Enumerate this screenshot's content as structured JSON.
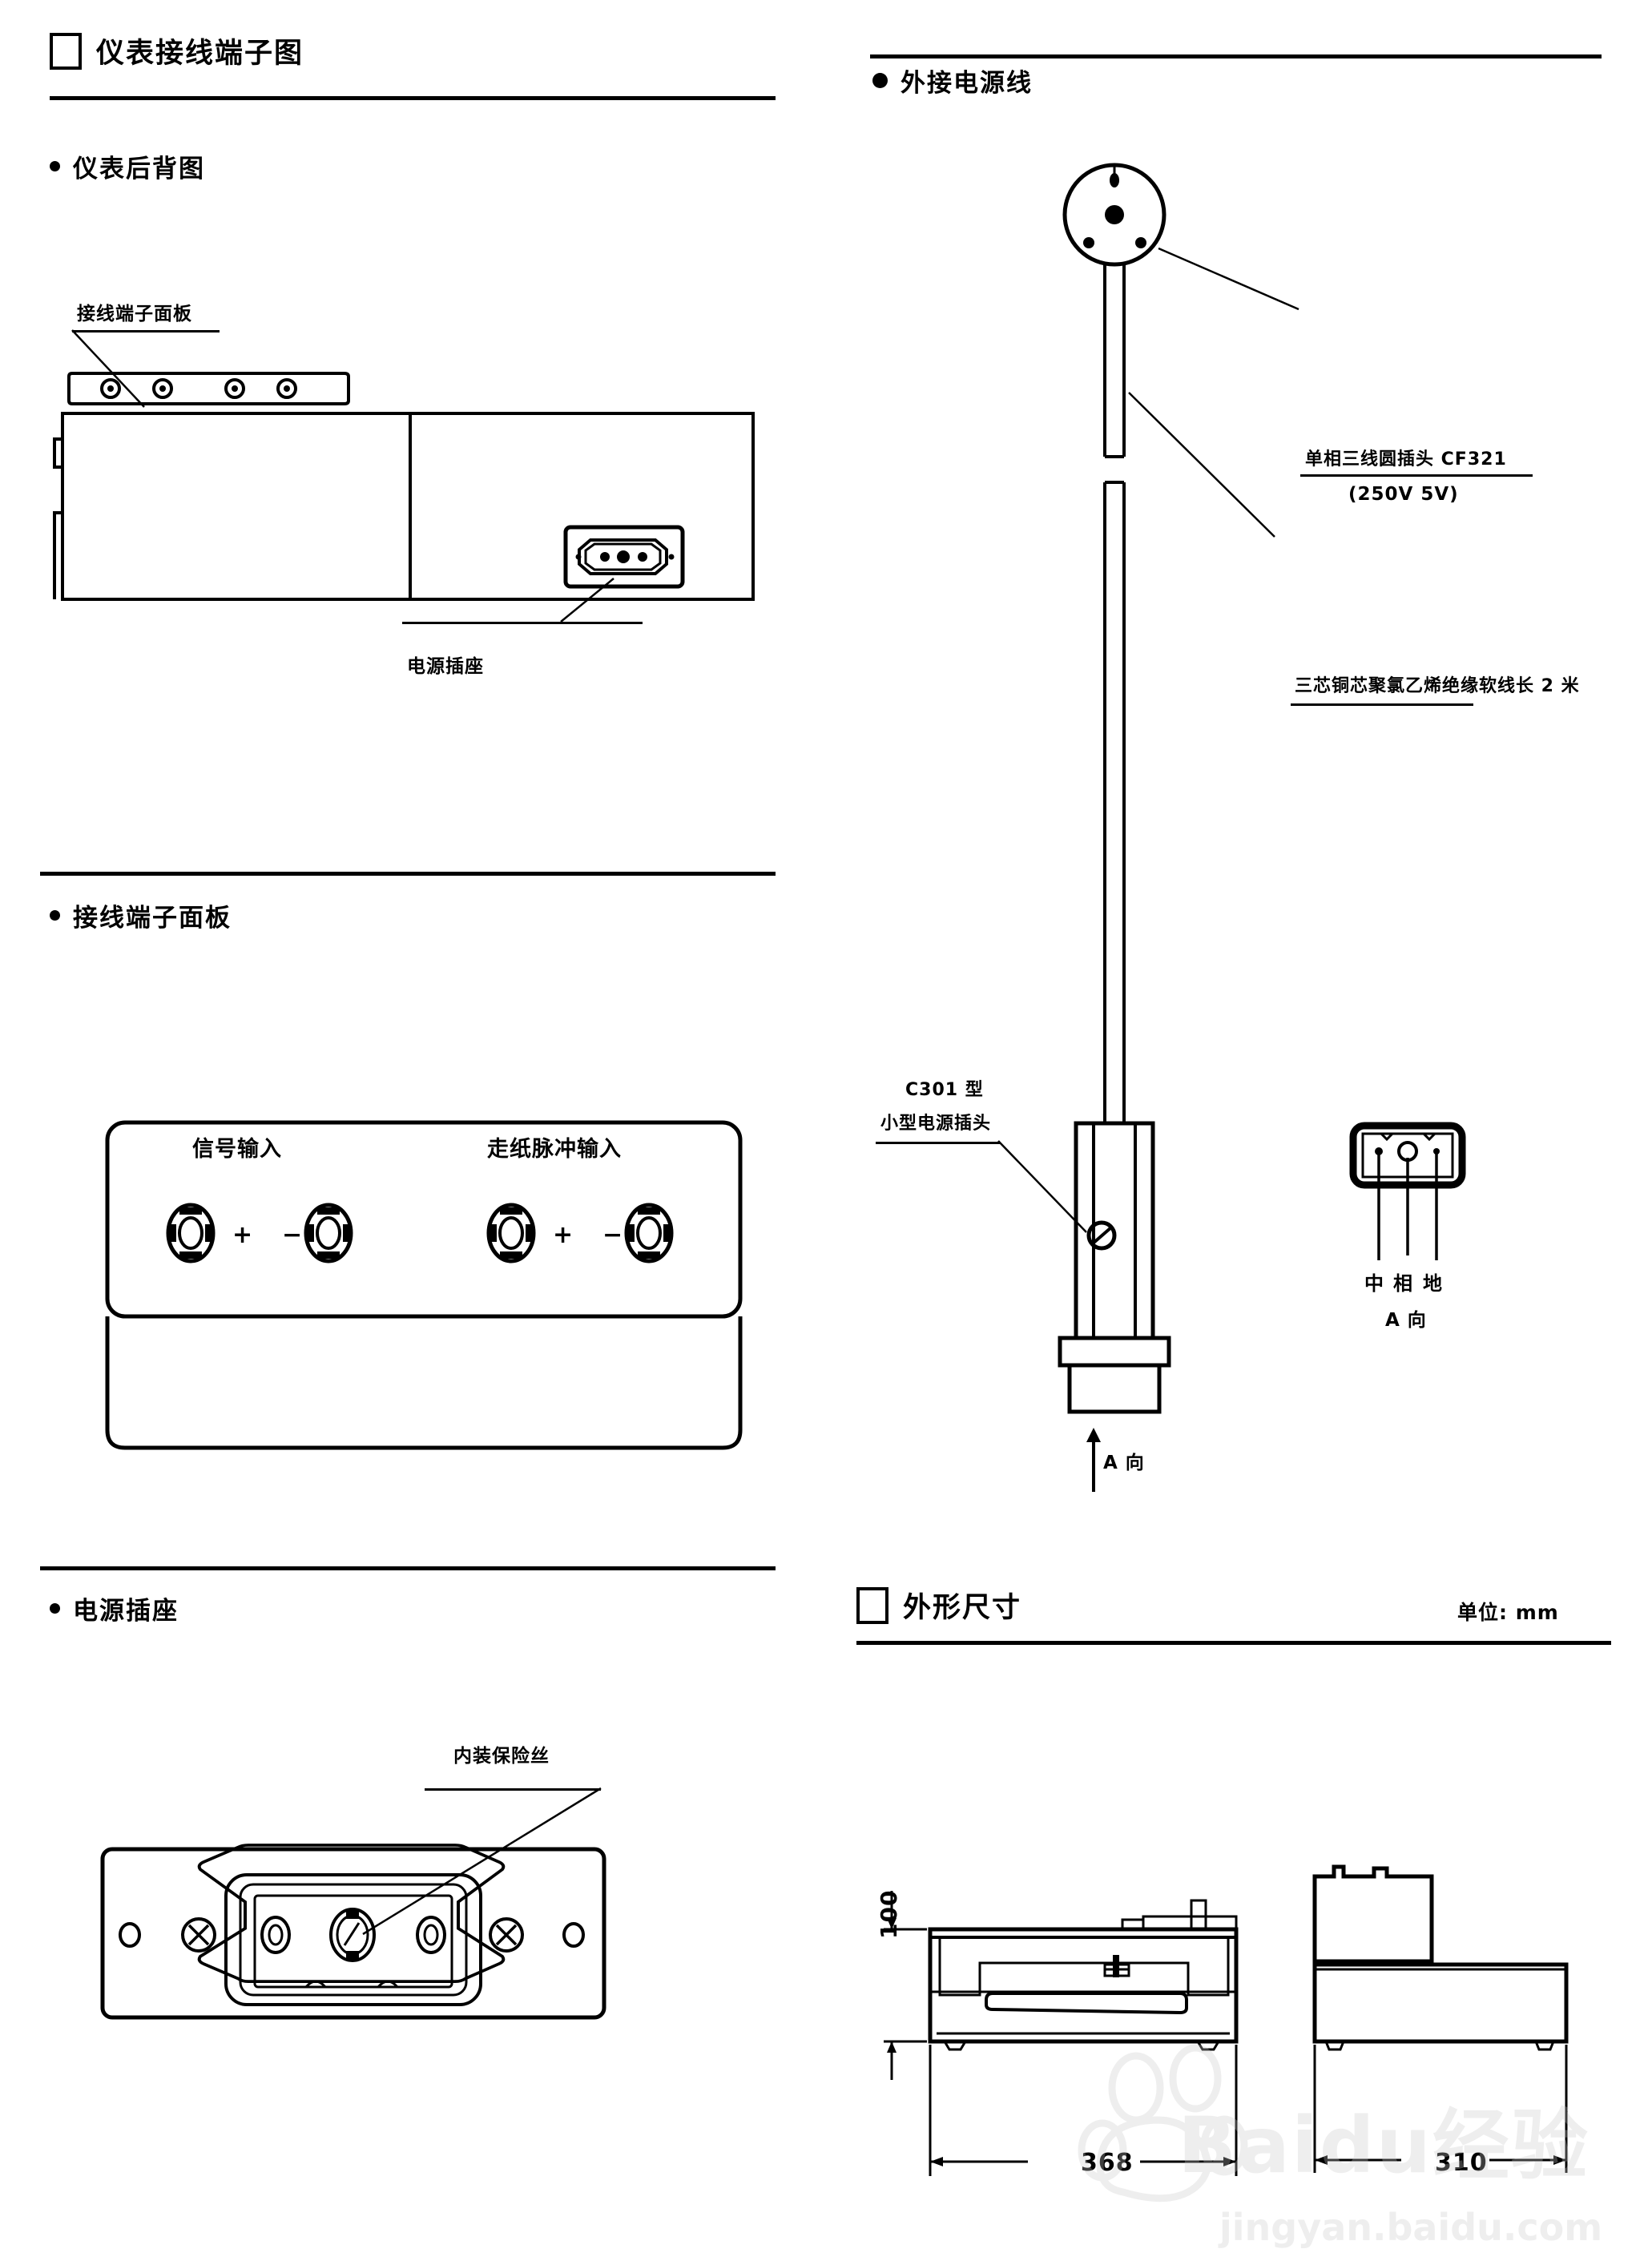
{
  "document": {
    "section_title": "仪表接线端子图",
    "dimensions_title": "外形尺寸",
    "unit_note": "单位: mm"
  },
  "left_column": {
    "rear_view": {
      "heading": "仪表后背图",
      "terminal_panel_label": "接线端子面板",
      "power_socket_label": "电源插座"
    },
    "terminal_panel": {
      "heading": "接线端子面板",
      "signal_input_label": "信号输入",
      "paper_pulse_label": "走纸脉冲输入",
      "plus": "+",
      "minus": "−"
    },
    "power_socket": {
      "heading": "电源插座",
      "fuse_label": "内装保险丝"
    }
  },
  "right_column": {
    "power_cord": {
      "heading": "外接电源线",
      "round_plug_label": "单相三线圆插头 CF321",
      "round_plug_rating": "(250V   5V)",
      "cable_label": "三芯铜芯聚氯乙烯绝缘软线长 2 米",
      "small_plug_label_line1": "C301 型",
      "small_plug_label_line2": "小型电源插头",
      "arrow_view_label": "A 向",
      "a_view_label": "A 向",
      "pin_labels": [
        "中",
        "相",
        "地"
      ]
    },
    "dimensions": {
      "front_height": "100",
      "front_width": "368",
      "side_width": "310"
    }
  },
  "watermark": {
    "brand": "Baidu经验",
    "url": "jingyan.baidu.com"
  }
}
